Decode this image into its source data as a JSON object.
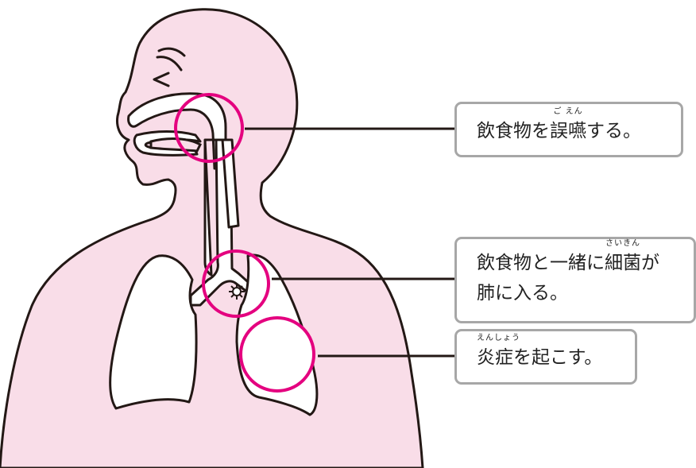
{
  "colors": {
    "skin": "#f9dde8",
    "outline": "#231815",
    "airway_fill": "#ffffff",
    "highlight_ring": "#e4007f",
    "callout_border": "#a7a7a7",
    "leader_line": "#231815"
  },
  "icons": {
    "bacteria": "bacteria-icon"
  },
  "callouts": [
    {
      "lines": [
        {
          "segments": [
            {
              "text": "飲食物を"
            },
            {
              "text": "誤嚥",
              "ruby": "ご えん"
            },
            {
              "text": "する。"
            }
          ]
        }
      ]
    },
    {
      "lines": [
        {
          "segments": [
            {
              "text": "飲食物と一緒に"
            },
            {
              "text": "細菌",
              "ruby": "さいきん"
            },
            {
              "text": "が"
            }
          ]
        },
        {
          "segments": [
            {
              "text": "肺に入る。"
            }
          ]
        }
      ]
    },
    {
      "lines": [
        {
          "segments": [
            {
              "text": "炎症",
              "ruby": "えんしょう"
            },
            {
              "text": "を起こす。"
            }
          ]
        }
      ]
    }
  ]
}
